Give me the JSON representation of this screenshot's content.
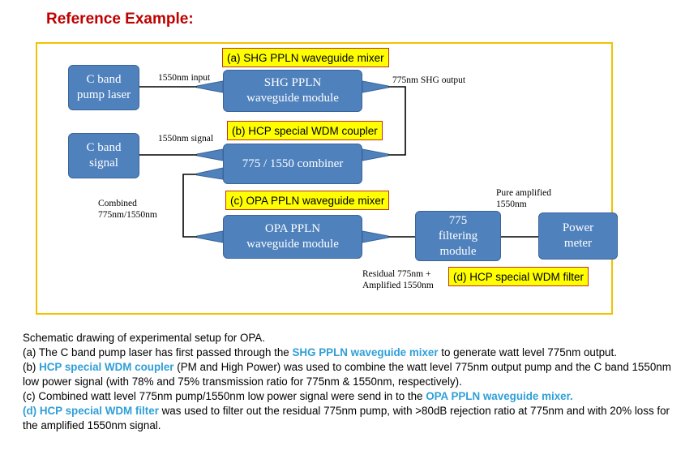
{
  "title": "Reference Example:",
  "diagram": {
    "boxes": {
      "pump_laser": "C band\npump laser",
      "shg_module": "SHG PPLN\nwaveguide module",
      "signal": "C band\nsignal",
      "combiner": "775 / 1550 combiner",
      "opa_module": "OPA PPLN\nwaveguide module",
      "filter_module": "775\nfiltering\nmodule",
      "power_meter": "Power\nmeter"
    },
    "tags": {
      "a": "(a) SHG PPLN waveguide mixer",
      "b": "(b) HCP special WDM coupler",
      "c": "(c) OPA PPLN waveguide mixer",
      "d": "(d) HCP special WDM filter"
    },
    "labels": {
      "input_1550": "1550nm input",
      "shg_output": "775nm SHG output",
      "signal_1550": "1550nm signal",
      "combined": "Combined\n775nm/1550nm",
      "pure_amplified": "Pure amplified\n1550nm",
      "residual": "Residual 775nm +\nAmplified 1550nm"
    },
    "colors": {
      "box": "#4f81bd",
      "tag_fill": "#ffff00",
      "frame": "#f2c200",
      "highlight": "#2f9fd8",
      "title": "#c00000"
    }
  },
  "caption": {
    "heading": "Schematic  drawing of experimental setup for OPA.",
    "a_pre": "(a) The C band pump laser has first passed through the ",
    "a_hl": "SHG PPLN waveguide mixer",
    "a_post": " to generate watt level 775nm output.",
    "b_pre": "(b) ",
    "b_hl": "HCP special WDM coupler",
    "b_post": "  (PM and High Power) was used to combine the watt level 775nm output pump and the C band 1550nm low power signal (with 78% and 75% transmission ratio for 775nm & 1550nm, respectively).",
    "c_pre": "(c) Combined watt level 775nm pump/1550nm low power signal were send in to the ",
    "c_hl": "OPA PPLN waveguide mixer.",
    "d_hl": "(d) HCP special WDM filter",
    "d_post": " was used to filter out the residual 775nm pump, with >80dB rejection ratio at 775nm and with 20% loss for the amplified 1550nm signal."
  }
}
